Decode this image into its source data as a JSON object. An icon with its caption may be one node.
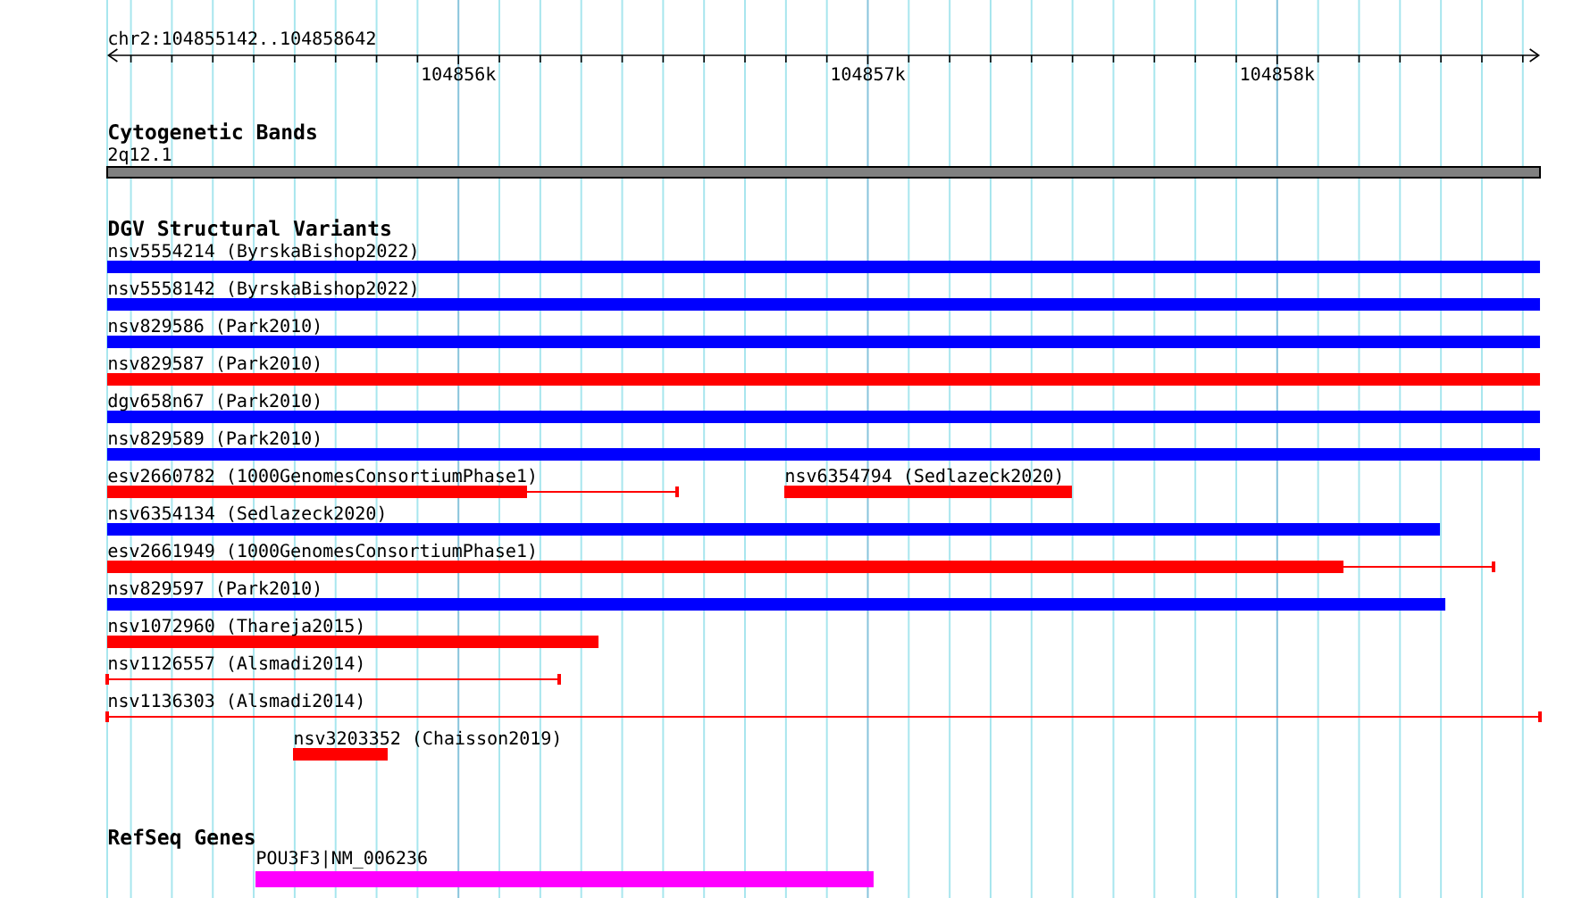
{
  "diagram": {
    "nodes": [
      {
        "text": [
          "2q12.1"
        ]
      },
      {
        "text": [
          "nsv5554214 (ByrskaBishop2022)"
        ]
      },
      {
        "text": [
          "nsv5558142 (ByrskaBishop2022)"
        ]
      },
      {
        "text": [
          "nsv829586 (Park2010)"
        ]
      },
      {
        "text": [
          "nsv829587 (Park2010)"
        ]
      },
      {
        "text": [
          "dgv658n67 (Park2010)"
        ]
      },
      {
        "text": [
          "nsv829589 (Park2010)"
        ]
      },
      {
        "text": [
          "esv2660782 (1000GenomesConsortiumPhase1)"
        ]
      },
      {
        "text": [
          "nsv6354794 (Sedlazeck2020)"
        ]
      },
      {
        "text": [
          "nsv6354134 (Sedlazeck2020)"
        ]
      },
      {
        "text": [
          "esv2661949 (1000GenomesConsortiumPhase1)"
        ]
      },
      {
        "text": [
          "nsv829597 (Park2010)"
        ]
      },
      {
        "text": [
          "nsv1072960 (Thareja2015)"
        ]
      },
      {
        "text": [
          "nsv1126557 (Alsmadi2014)"
        ]
      },
      {
        "text": [
          "nsv1136303 (Alsmadi2014)"
        ]
      },
      {
        "text": [
          "nsv3203352 (Chaisson2019)"
        ]
      },
      {
        "text": [
          "POU3F3|NM_006236"
        ]
      }
    ],
    "labels": [
      "chr2:104855142..104858642",
      "104856k",
      "104857k",
      "104858k",
      "Cytogenetic Bands",
      "DGV Structural Variants",
      "RefSeq Genes"
    ]
  }
}
